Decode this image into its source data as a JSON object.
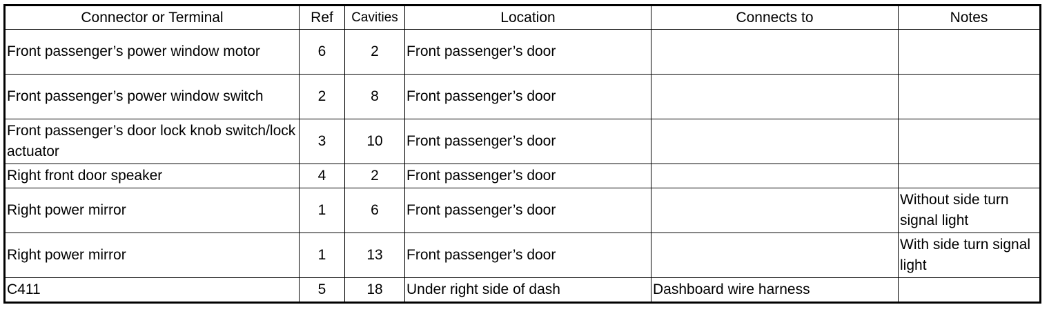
{
  "table": {
    "headers": [
      "Connector or Terminal",
      "Ref",
      "Cavities",
      "Location",
      "Connects to",
      "Notes"
    ],
    "rows": [
      {
        "connector": "Front passenger’s power window motor",
        "ref": "6",
        "cavities": "2",
        "location": "Front passenger’s door",
        "connects_to": "",
        "notes": ""
      },
      {
        "connector": "Front passenger’s power window switch",
        "ref": "2",
        "cavities": "8",
        "location": "Front passenger’s door",
        "connects_to": "",
        "notes": ""
      },
      {
        "connector": "Front passenger’s door lock knob switch/lock actuator",
        "ref": "3",
        "cavities": "10",
        "location": "Front passenger’s door",
        "connects_to": "",
        "notes": ""
      },
      {
        "connector": "Right front door speaker",
        "ref": "4",
        "cavities": "2",
        "location": "Front passenger’s door",
        "connects_to": "",
        "notes": ""
      },
      {
        "connector": "Right power mirror",
        "ref": "1",
        "cavities": "6",
        "location": "Front passenger’s door",
        "connects_to": "",
        "notes": "Without side turn signal light"
      },
      {
        "connector": "Right power mirror",
        "ref": "1",
        "cavities": "13",
        "location": "Front passenger’s door",
        "connects_to": "",
        "notes": "With side turn signal light"
      },
      {
        "connector": "C411",
        "ref": "5",
        "cavities": "18",
        "location": "Under right side of dash",
        "connects_to": "Dashboard wire harness",
        "notes": ""
      }
    ]
  }
}
